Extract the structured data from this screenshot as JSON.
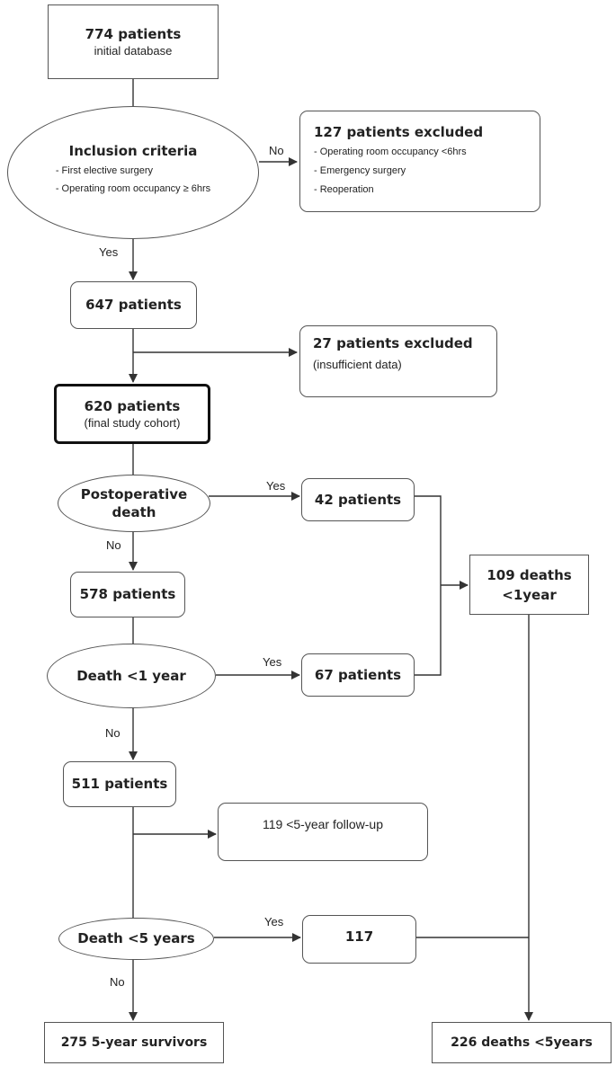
{
  "nodes": {
    "n774": {
      "title": "774 patients",
      "sub": "initial database"
    },
    "inclusion": {
      "title": "Inclusion criteria",
      "items": [
        "First elective surgery",
        "Operating room occupancy ≥ 6hrs"
      ]
    },
    "excl127": {
      "title": "127 patients excluded",
      "items": [
        "Operating room occupancy <6hrs",
        "Emergency  surgery",
        "Reoperation"
      ]
    },
    "n647": {
      "title": "647 patients"
    },
    "excl27": {
      "title": "27 patients excluded",
      "sub": "(insufficient data)"
    },
    "n620": {
      "title": "620 patients",
      "sub": "(final study cohort)"
    },
    "postop": {
      "title": "Postoperative death"
    },
    "n42": {
      "title": "42 patients"
    },
    "n578": {
      "title": "578 patients"
    },
    "d109": {
      "title": "109 deaths <1year"
    },
    "death1y": {
      "title": "Death <1 year"
    },
    "n67": {
      "title": "67 patients"
    },
    "n511": {
      "title": "511 patients"
    },
    "fu119": {
      "title": "119 <5-year follow-up"
    },
    "death5y": {
      "title": "Death <5 years"
    },
    "n117": {
      "title": "117"
    },
    "surv275": {
      "title": "275 5-year survivors"
    },
    "d226": {
      "title": "226 deaths <5years"
    }
  },
  "labels": {
    "no_inclusion": "No",
    "yes_inclusion": "Yes",
    "yes_postop": "Yes",
    "no_postop": "No",
    "yes_death1y": "Yes",
    "no_death1y": "No",
    "yes_death5y": "Yes",
    "no_death5y": "No"
  },
  "colors": {
    "line": "#333333",
    "border": "#555555"
  }
}
